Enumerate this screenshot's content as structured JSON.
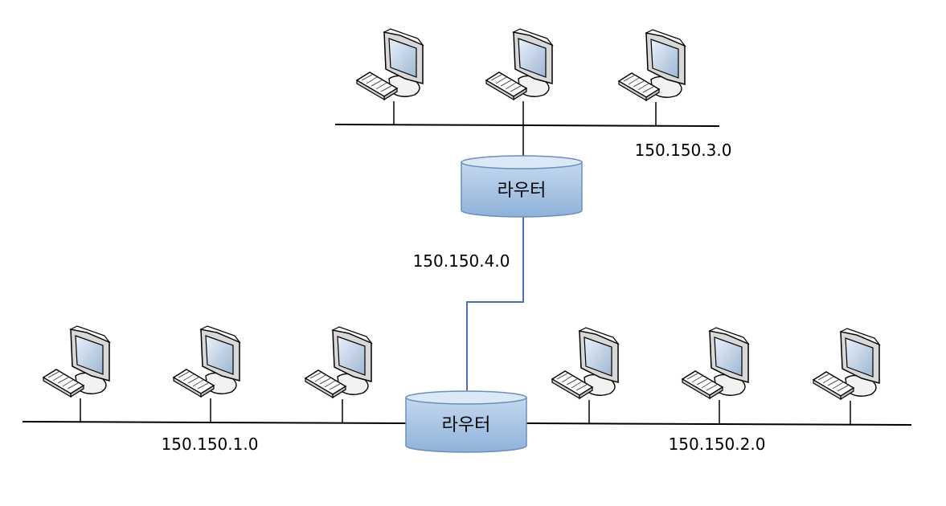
{
  "networks": {
    "net_top": "150.150.3.0",
    "net_link": "150.150.4.0",
    "net_left": "150.150.1.0",
    "net_right": "150.150.2.0"
  },
  "routers": {
    "top_label": "라우터",
    "bottom_label": "라우터"
  },
  "icons": {
    "computer": "computer-icon",
    "router": "router-icon"
  },
  "colors": {
    "router_top": "#dbe8f6",
    "router_body": "#a9c6e6",
    "router_stroke": "#6a8fba",
    "link": "#4a72b0"
  }
}
